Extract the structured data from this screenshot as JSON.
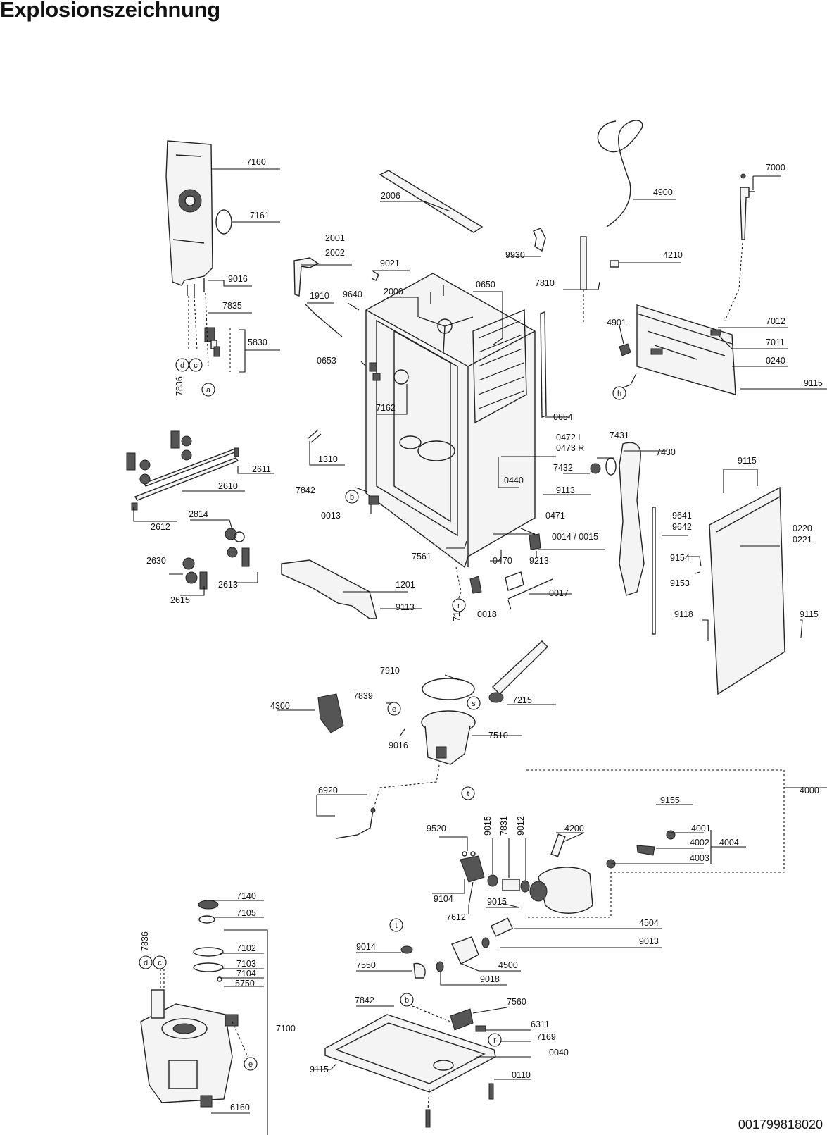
{
  "title": "Explosionszeichnung",
  "footer_code": "001799818020",
  "labels": {
    "l7160": "7160",
    "l7161": "7161",
    "l9016a": "9016",
    "l7835": "7835",
    "l5830": "5830",
    "l7836a": "7836",
    "l2006": "2006",
    "l2001": "2001",
    "l2002": "2002",
    "l9021": "9021",
    "l1910": "1910",
    "l9640": "9640",
    "l2000": "2000",
    "l0650": "0650",
    "l9930": "9930",
    "l7810": "7810",
    "l4900": "4900",
    "l4210": "4210",
    "l7000": "7000",
    "l4901": "4901",
    "l7012": "7012",
    "l7011": "7011",
    "l0240": "0240",
    "l9115a": "9115",
    "l0653": "0653",
    "l7162": "7162",
    "l0654": "0654",
    "l0472": "0472 L",
    "l0473": "0473 R",
    "l7431": "7431",
    "l7430": "7430",
    "l7432": "7432",
    "l0440": "0440",
    "l9115b": "9115",
    "l2611": "2611",
    "l2610": "2610",
    "l1310": "1310",
    "l7842a": "7842",
    "l0013": "0013",
    "l9113a": "9113",
    "l0471": "0471",
    "l9641": "9641",
    "l9642": "9642",
    "l0220": "0220",
    "l0221": "0221",
    "l2612": "2612",
    "l2814": "2814",
    "l0014": "0014 / 0015",
    "l7561": "7561",
    "l0470": "0470",
    "l9213": "9213",
    "l9154": "9154",
    "l9153": "9153",
    "l2630": "2630",
    "l2613": "2613",
    "l2615": "2615",
    "l1201": "1201",
    "l9113b": "9113",
    "l0017": "0017",
    "l7169a": "7169",
    "l0018": "0018",
    "l9118": "9118",
    "l9115c": "9115",
    "l7910": "7910",
    "l7839": "7839",
    "l7215": "7215",
    "l4300": "4300",
    "l9016b": "9016",
    "l7510": "7510",
    "l6920": "6920",
    "l4000": "4000",
    "l9155": "9155",
    "l9520": "9520",
    "l9015a": "9015",
    "l7831": "7831",
    "l9012": "9012",
    "l4200": "4200",
    "l4001": "4001",
    "l4002": "4002",
    "l4003": "4003",
    "l4004": "4004",
    "l9104": "9104",
    "l7612": "7612",
    "l9015b": "9015",
    "l4504": "4504",
    "l7140": "7140",
    "l7105": "7105",
    "l7836b": "7836",
    "l9014": "9014",
    "l9013": "9013",
    "l7102": "7102",
    "l7103": "7103",
    "l7104": "7104",
    "l7550": "7550",
    "l4500": "4500",
    "l5750": "5750",
    "l9018": "9018",
    "l7842b": "7842",
    "l7560": "7560",
    "l6311": "6311",
    "l7100": "7100",
    "l7169b": "7169",
    "l0040": "0040",
    "l9115d": "9115",
    "l0110": "0110",
    "l6160": "6160"
  },
  "circle_markers": {
    "c_a1": "a",
    "c_c1": "c",
    "c_d1": "d",
    "c_h": "h",
    "c_b1": "b",
    "c_r1": "r",
    "c_s": "s",
    "c_e1": "e",
    "c_t1": "t",
    "c_t2": "t",
    "c_d2": "d",
    "c_c2": "c",
    "c_e2": "e",
    "c_b2": "b",
    "c_r2": "r"
  }
}
